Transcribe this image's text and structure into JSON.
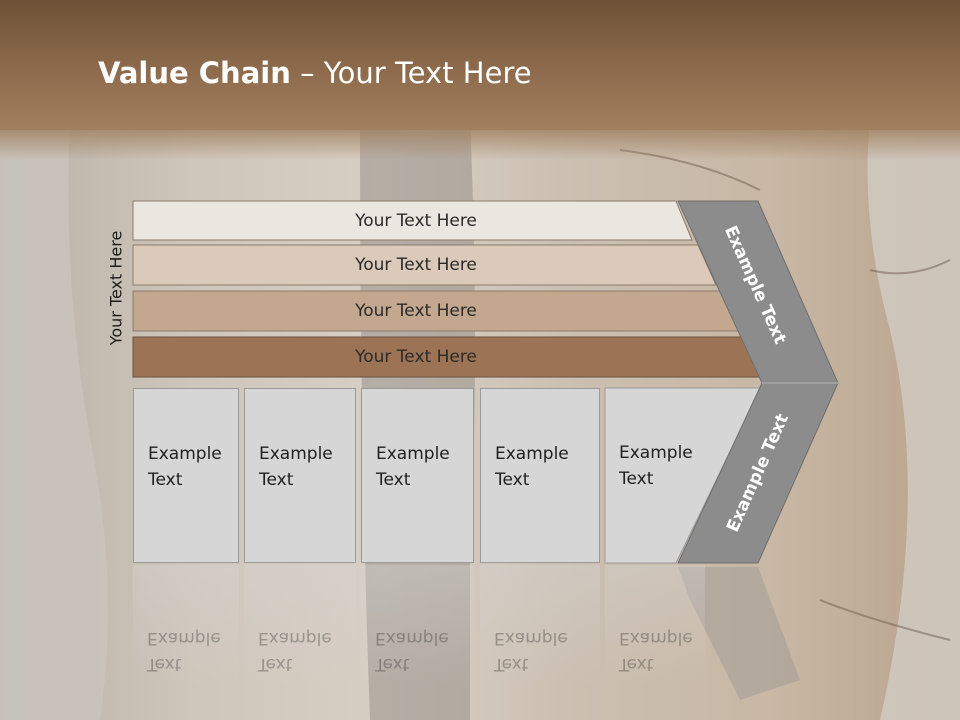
{
  "slide": {
    "title_bold": "Value Chain",
    "title_rest": " – Your Text Here",
    "side_label": "Your Text Here"
  },
  "bars": [
    {
      "label": "Your Text Here",
      "color": "#ece6e0"
    },
    {
      "label": "Your Text Here",
      "color": "#dbc9b9"
    },
    {
      "label": "Your Text Here",
      "color": "#c4a78f"
    },
    {
      "label": "Your Text Here",
      "color": "#9c7455"
    }
  ],
  "boxes": [
    {
      "line1": "Example",
      "line2": "Text"
    },
    {
      "line1": "Example",
      "line2": "Text"
    },
    {
      "line1": "Example",
      "line2": "Text"
    },
    {
      "line1": "Example",
      "line2": "Text"
    },
    {
      "line1": "Example",
      "line2": "Text"
    }
  ],
  "arrow": {
    "upper_label": "Example Text",
    "lower_label": "Example Text",
    "color": "#8c8c8c"
  }
}
